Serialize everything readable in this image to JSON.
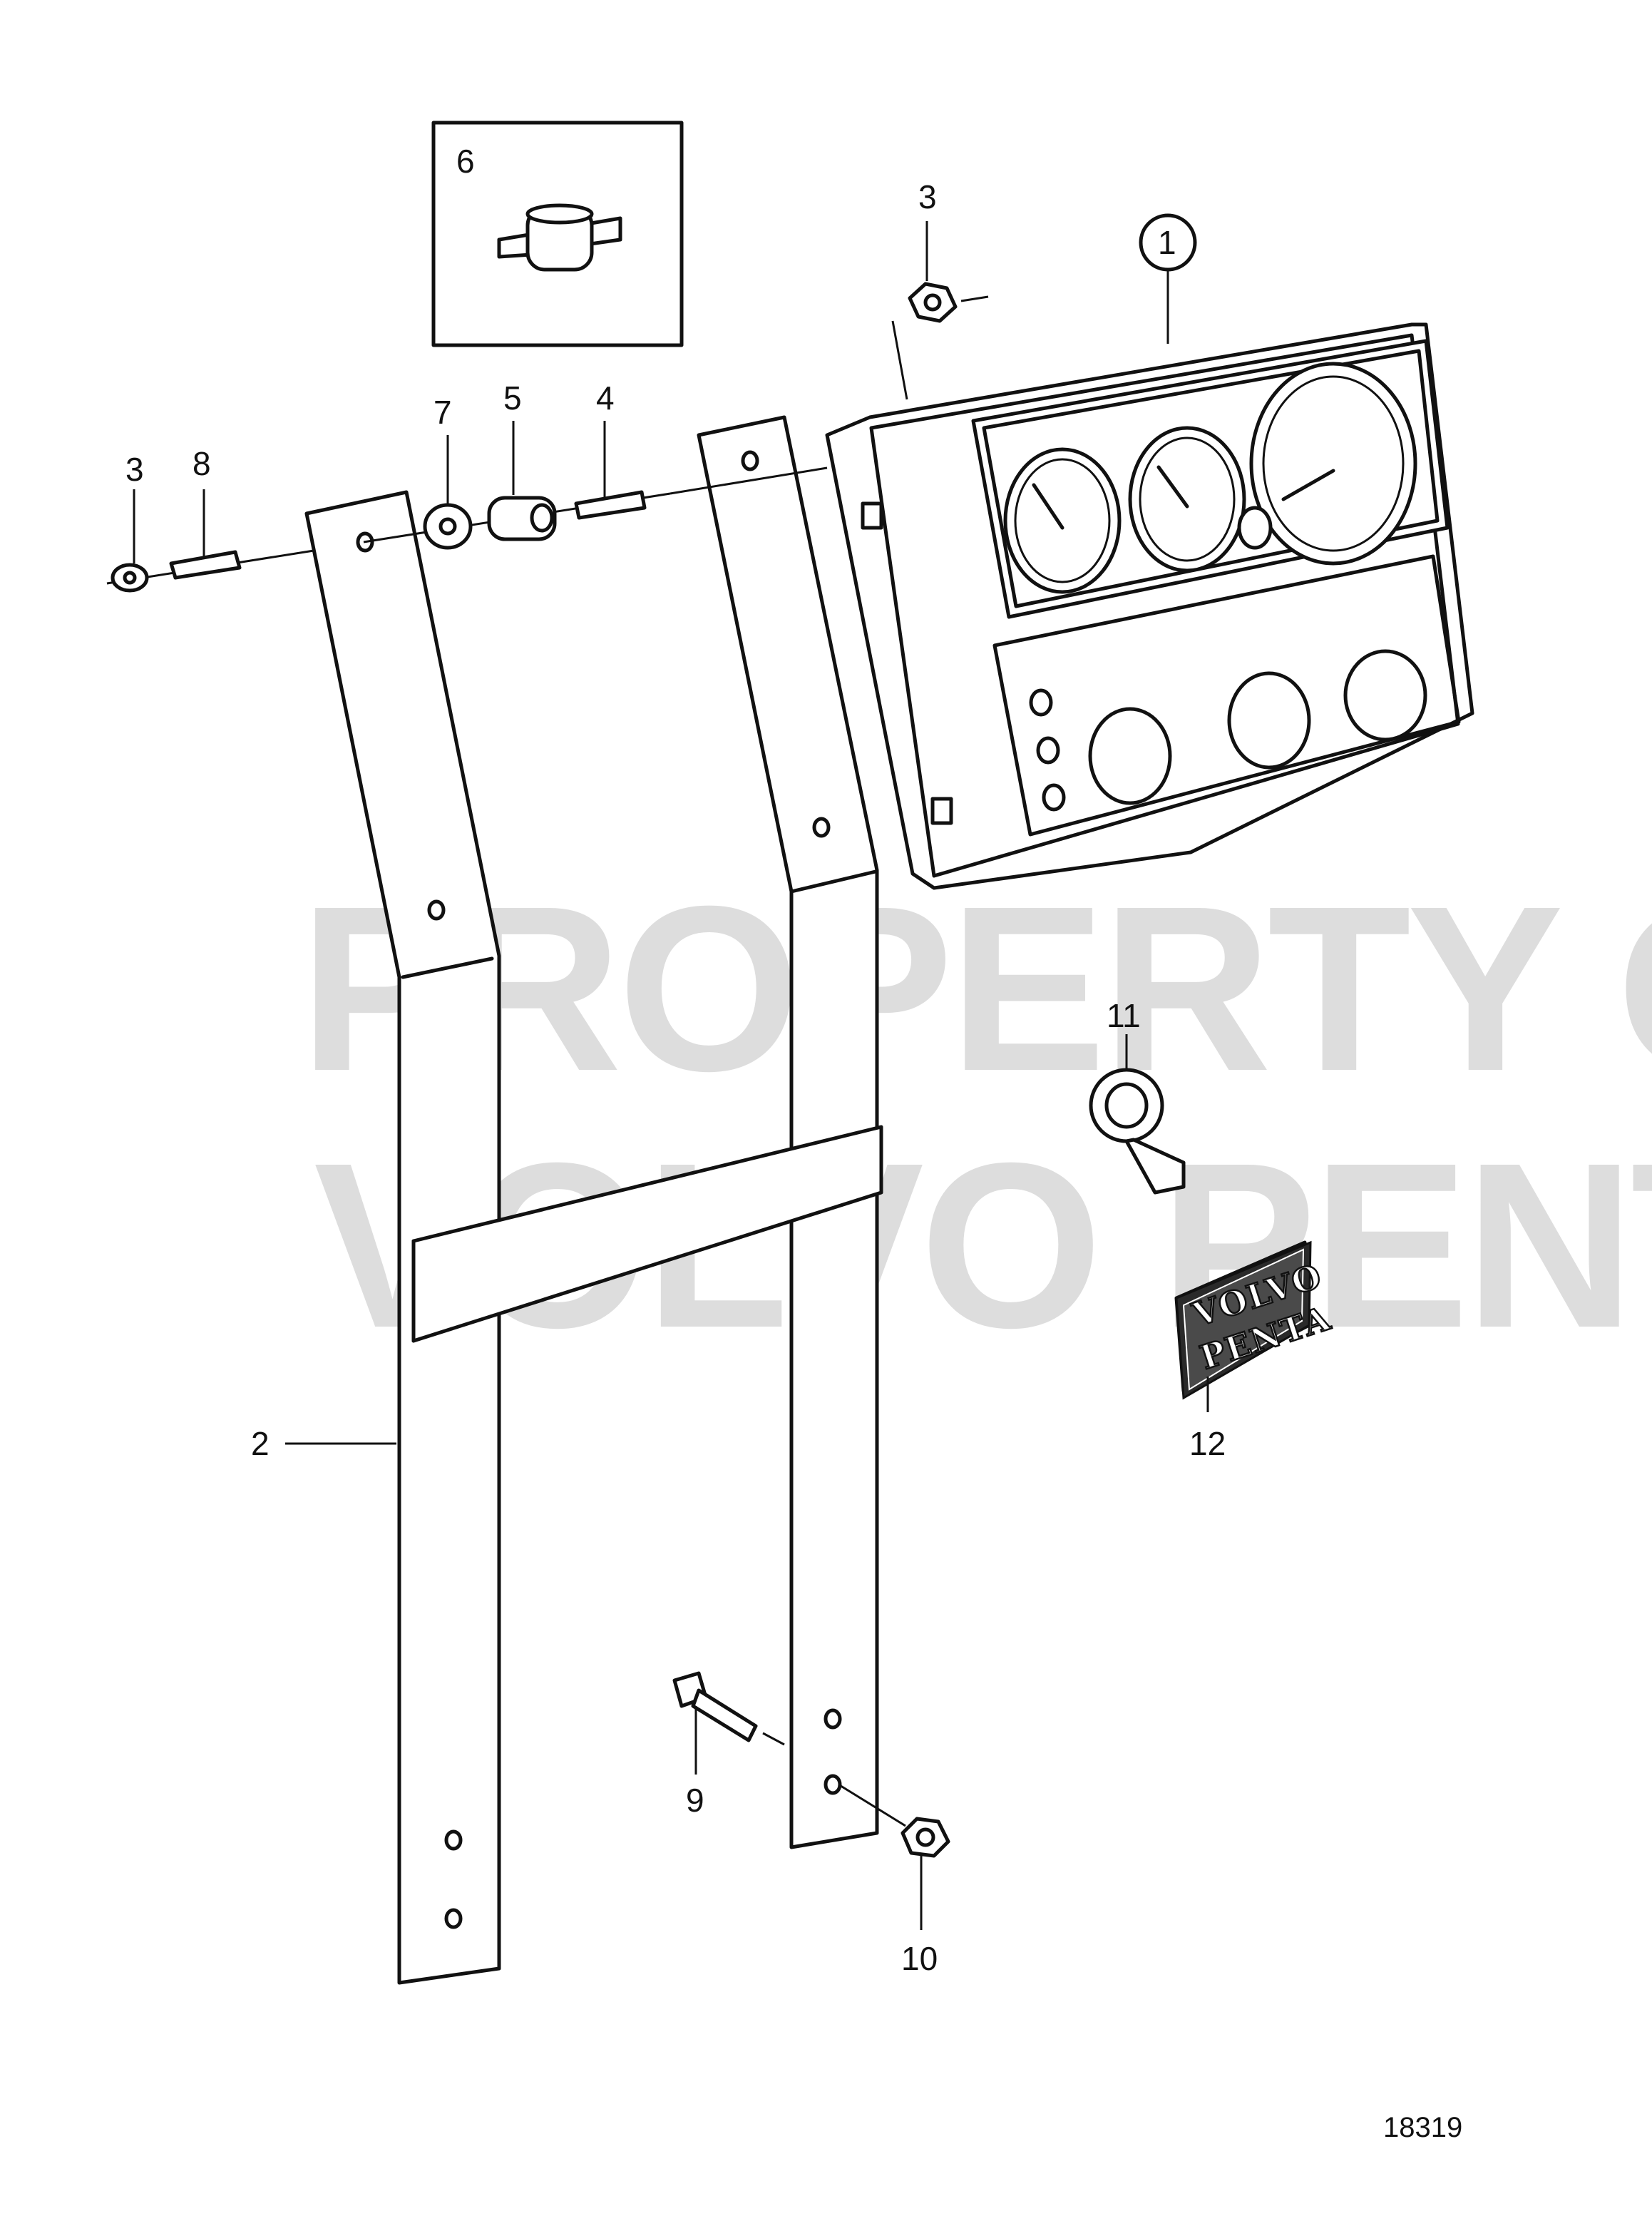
{
  "watermark": {
    "line1": "PROPERTY OF",
    "line2": "VOLVO PENTA"
  },
  "callouts": [
    {
      "id": "1",
      "label": "1"
    },
    {
      "id": "2",
      "label": "2"
    },
    {
      "id": "3a",
      "label": "3"
    },
    {
      "id": "3b",
      "label": "3"
    },
    {
      "id": "4",
      "label": "4"
    },
    {
      "id": "5",
      "label": "5"
    },
    {
      "id": "6",
      "label": "6"
    },
    {
      "id": "7",
      "label": "7"
    },
    {
      "id": "8",
      "label": "8"
    },
    {
      "id": "9",
      "label": "9"
    },
    {
      "id": "10",
      "label": "10"
    },
    {
      "id": "11",
      "label": "11"
    },
    {
      "id": "12",
      "label": "12"
    }
  ],
  "badge": {
    "line1": "VOLVO",
    "line2": "PENTA"
  },
  "document_number": "18319"
}
